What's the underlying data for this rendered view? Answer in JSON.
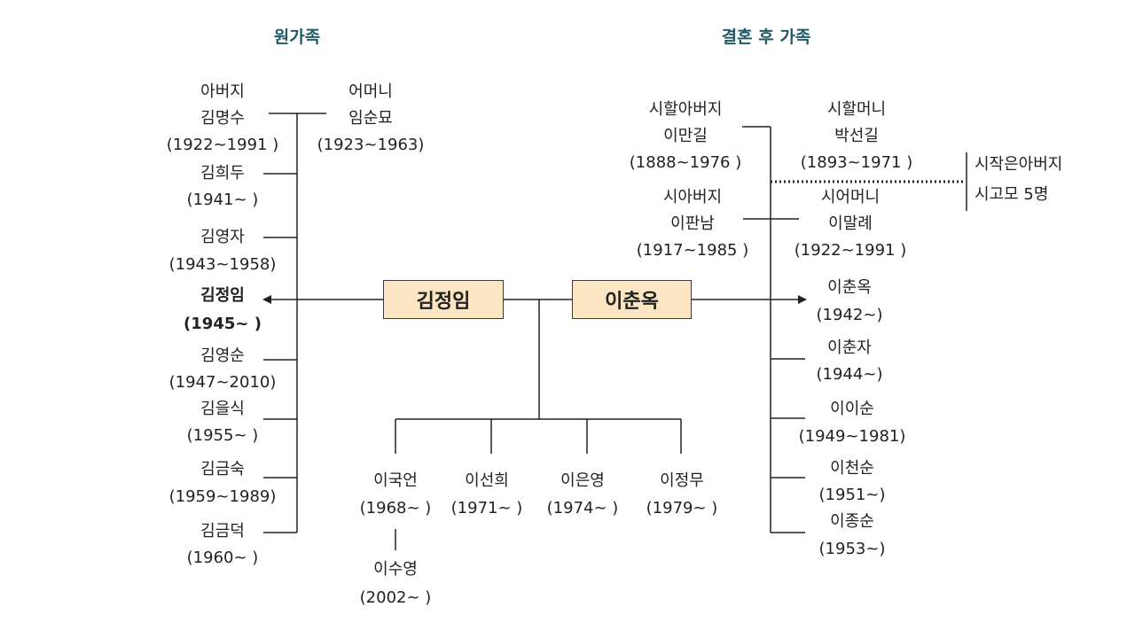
{
  "headers": {
    "origin": "원가족",
    "married": "결혼 후 가족"
  },
  "origin_family": {
    "father": {
      "role": "아버지",
      "name": "김명수",
      "years": "(1922~1991 )"
    },
    "mother": {
      "role": "어머니",
      "name": "임순묘",
      "years": "(1923~1963)"
    },
    "siblings": [
      {
        "name": "김희두",
        "years": "(1941~ )"
      },
      {
        "name": "김영자",
        "years": "(1943~1958)"
      },
      {
        "name": "김정임",
        "years": "(1945~ )"
      },
      {
        "name": "김영순",
        "years": "(1947~2010)"
      },
      {
        "name": "김을식",
        "years": "(1955~ )"
      },
      {
        "name": "김금숙",
        "years": "(1959~1989)"
      },
      {
        "name": "김금덕",
        "years": "(1960~ )"
      }
    ]
  },
  "couple": {
    "wife": "김정임",
    "husband": "이춘옥"
  },
  "children": [
    {
      "name": "이국언",
      "years": "(1968~ )"
    },
    {
      "name": "이선희",
      "years": "(1971~ )"
    },
    {
      "name": "이은영",
      "years": "(1974~ )"
    },
    {
      "name": "이정무",
      "years": "(1979~ )"
    }
  ],
  "grandchild": {
    "name": "이수영",
    "years": "(2002~ )"
  },
  "married_family": {
    "grandfather_in_law": {
      "role": "시할아버지",
      "name": "이만길",
      "years": "(1888~1976 )"
    },
    "grandmother_in_law": {
      "role": "시할머니",
      "name": "박선길",
      "years": "(1893~1971 )"
    },
    "father_in_law": {
      "role": "시아버지",
      "name": "이판남",
      "years": "(1917~1985 )"
    },
    "mother_in_law": {
      "role": "시어머니",
      "name": "이말례",
      "years": "(1922~1991 )"
    },
    "note": {
      "line1": "시작은아버지",
      "line2": "시고모 5명"
    },
    "husband_siblings": [
      {
        "name": "이춘옥",
        "years": "(1942~)"
      },
      {
        "name": "이춘자",
        "years": "(1944~)"
      },
      {
        "name": "이이순",
        "years": "(1949~1981)"
      },
      {
        "name": "이천순",
        "years": "(1951~)"
      },
      {
        "name": "이종순",
        "years": "(1953~)"
      }
    ]
  },
  "colors": {
    "header": "#1f5a66",
    "box_fill": "#fbe5c2",
    "line": "#222222"
  }
}
